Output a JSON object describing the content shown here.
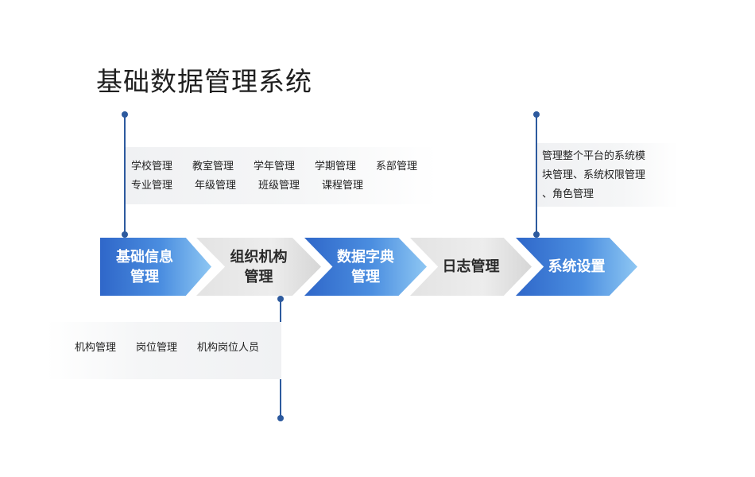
{
  "title": "基础数据管理系统",
  "colors": {
    "accent_blue": "#2f67c9",
    "light_blue": "#8ec7f3",
    "connector": "#2d5a9e",
    "gray_step": "#e3e3e3"
  },
  "steps": [
    {
      "label_line1": "基础信息",
      "label_line2": "管理",
      "style": "blue"
    },
    {
      "label_line1": "组织机构",
      "label_line2": "管理",
      "style": "gray"
    },
    {
      "label_line1": "数据字典",
      "label_line2": "管理",
      "style": "blue"
    },
    {
      "label_line1": "日志管理",
      "label_line2": "",
      "style": "gray"
    },
    {
      "label_line1": "系统设置",
      "label_line2": "",
      "style": "blue"
    }
  ],
  "basic_info_details": {
    "row1": [
      "学校管理",
      "教室管理",
      "学年管理",
      "学期管理",
      "系部管理"
    ],
    "row2": [
      "专业管理",
      "年级管理",
      "班级管理",
      "课程管理"
    ]
  },
  "org_details": {
    "items": [
      "机构管理",
      "岗位管理",
      "机构岗位人员"
    ]
  },
  "settings_details": {
    "lines": [
      "管理整个平台的系统模",
      "块管理、系统权限管理",
      "、角色管理"
    ]
  }
}
